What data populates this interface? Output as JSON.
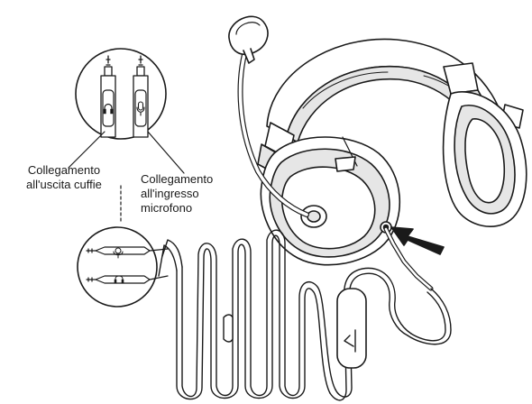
{
  "labels": {
    "headphone_output": [
      "Collegamento",
      "all'uscita cuffie"
    ],
    "mic_input": [
      "Collegamento",
      "all'ingresso",
      "microfono"
    ]
  },
  "icons": {
    "headphone_plug": "headphone-icon",
    "mic_plug": "microphone-icon",
    "insert_arrow": "arrow-icon"
  },
  "colors": {
    "line": "#1a1a1a",
    "gray_fill": "#e6e6e6",
    "background": "#ffffff"
  }
}
